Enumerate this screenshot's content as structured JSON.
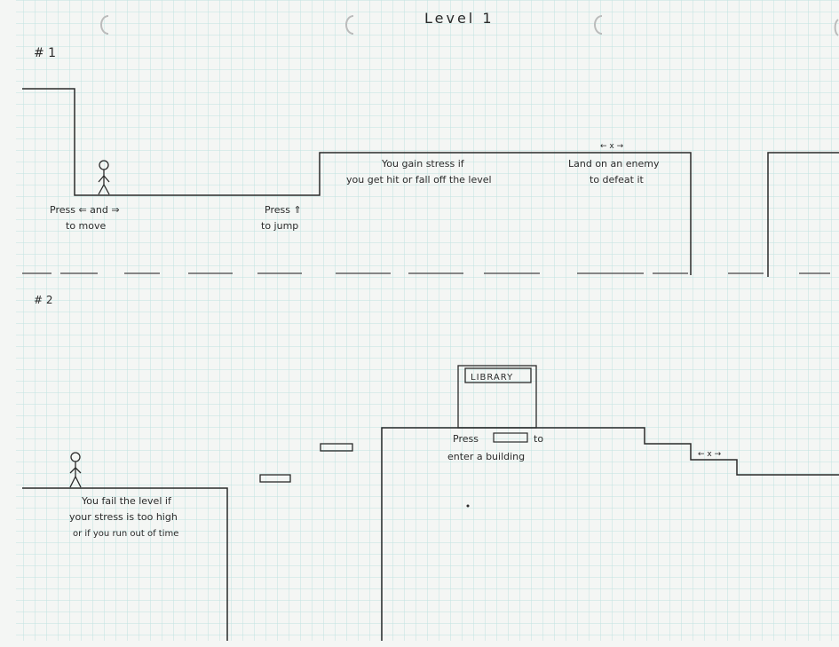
{
  "title": "Level 1",
  "sections": [
    {
      "label": "# 1"
    },
    {
      "label": "# 2"
    }
  ],
  "level1": {
    "move_hint": [
      "Press ⇐ and ⇒",
      "to move"
    ],
    "jump_hint": [
      "Press ⇑",
      "to jump"
    ],
    "stress_hint": [
      "You gain stress if",
      "you get hit or fall off the level"
    ],
    "enemy_marker": "← x →",
    "enemy_hint": [
      "Land on an enemy",
      "to defeat it"
    ]
  },
  "level2": {
    "fail_hint": [
      "You fail the level if",
      "your stress is too high",
      "or if you run out of time"
    ],
    "building_sign": "LIBRARY",
    "enter_hint": [
      "Press",
      "to",
      "enter a building"
    ],
    "enemy_marker": "← x →"
  },
  "colors": {
    "paper": "#f4f6f4",
    "grid": "#bfe3e1",
    "ink": "#2a2a2a"
  }
}
